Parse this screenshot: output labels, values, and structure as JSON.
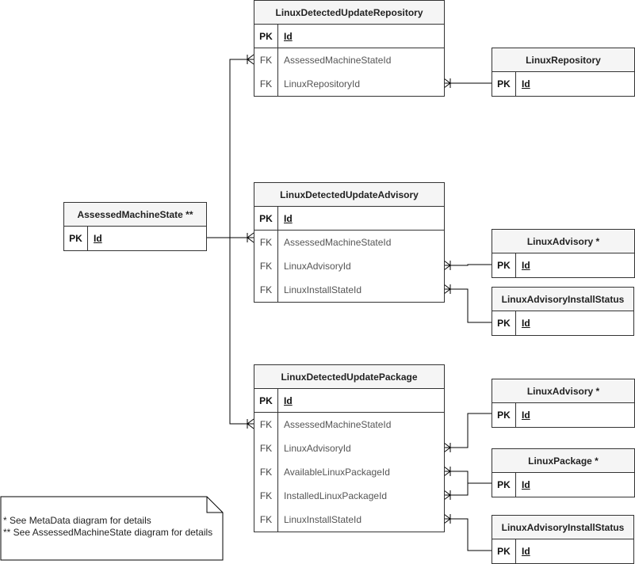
{
  "entities": {
    "repository": {
      "title": "LinuxDetectedUpdateRepository",
      "rows": [
        {
          "key": "PK",
          "field": "Id"
        },
        {
          "key": "FK",
          "field": "AssessedMachineStateId"
        },
        {
          "key": "FK",
          "field": "LinuxRepositoryId"
        }
      ]
    },
    "linux_repository": {
      "title": "LinuxRepository",
      "rows": [
        {
          "key": "PK",
          "field": "Id"
        }
      ]
    },
    "assessed": {
      "title": "AssessedMachineState **",
      "rows": [
        {
          "key": "PK",
          "field": "Id"
        }
      ]
    },
    "advisory": {
      "title": "LinuxDetectedUpdateAdvisory",
      "rows": [
        {
          "key": "PK",
          "field": "Id"
        },
        {
          "key": "FK",
          "field": "AssessedMachineStateId"
        },
        {
          "key": "FK",
          "field": "LinuxAdvisoryId"
        },
        {
          "key": "FK",
          "field": "LinuxInstallStateId"
        }
      ]
    },
    "linux_advisory_1": {
      "title": "LinuxAdvisory *",
      "rows": [
        {
          "key": "PK",
          "field": "Id"
        }
      ]
    },
    "install_status_1": {
      "title": "LinuxAdvisoryInstallStatus",
      "rows": [
        {
          "key": "PK",
          "field": "Id"
        }
      ]
    },
    "package": {
      "title": "LinuxDetectedUpdatePackage",
      "rows": [
        {
          "key": "PK",
          "field": "Id"
        },
        {
          "key": "FK",
          "field": "AssessedMachineStateId"
        },
        {
          "key": "FK",
          "field": "LinuxAdvisoryId"
        },
        {
          "key": "FK",
          "field": "AvailableLinuxPackageId"
        },
        {
          "key": "FK",
          "field": "InstalledLinuxPackageId"
        },
        {
          "key": "FK",
          "field": "LinuxInstallStateId"
        }
      ]
    },
    "linux_advisory_2": {
      "title": "LinuxAdvisory *",
      "rows": [
        {
          "key": "PK",
          "field": "Id"
        }
      ]
    },
    "linux_package": {
      "title": "LinuxPackage *",
      "rows": [
        {
          "key": "PK",
          "field": "Id"
        }
      ]
    },
    "install_status_2": {
      "title": "LinuxAdvisoryInstallStatus",
      "rows": [
        {
          "key": "PK",
          "field": "Id"
        }
      ]
    }
  },
  "note": {
    "line1": "* See MetaData diagram for details",
    "line2": "** See AssessedMachineState diagram for details"
  }
}
